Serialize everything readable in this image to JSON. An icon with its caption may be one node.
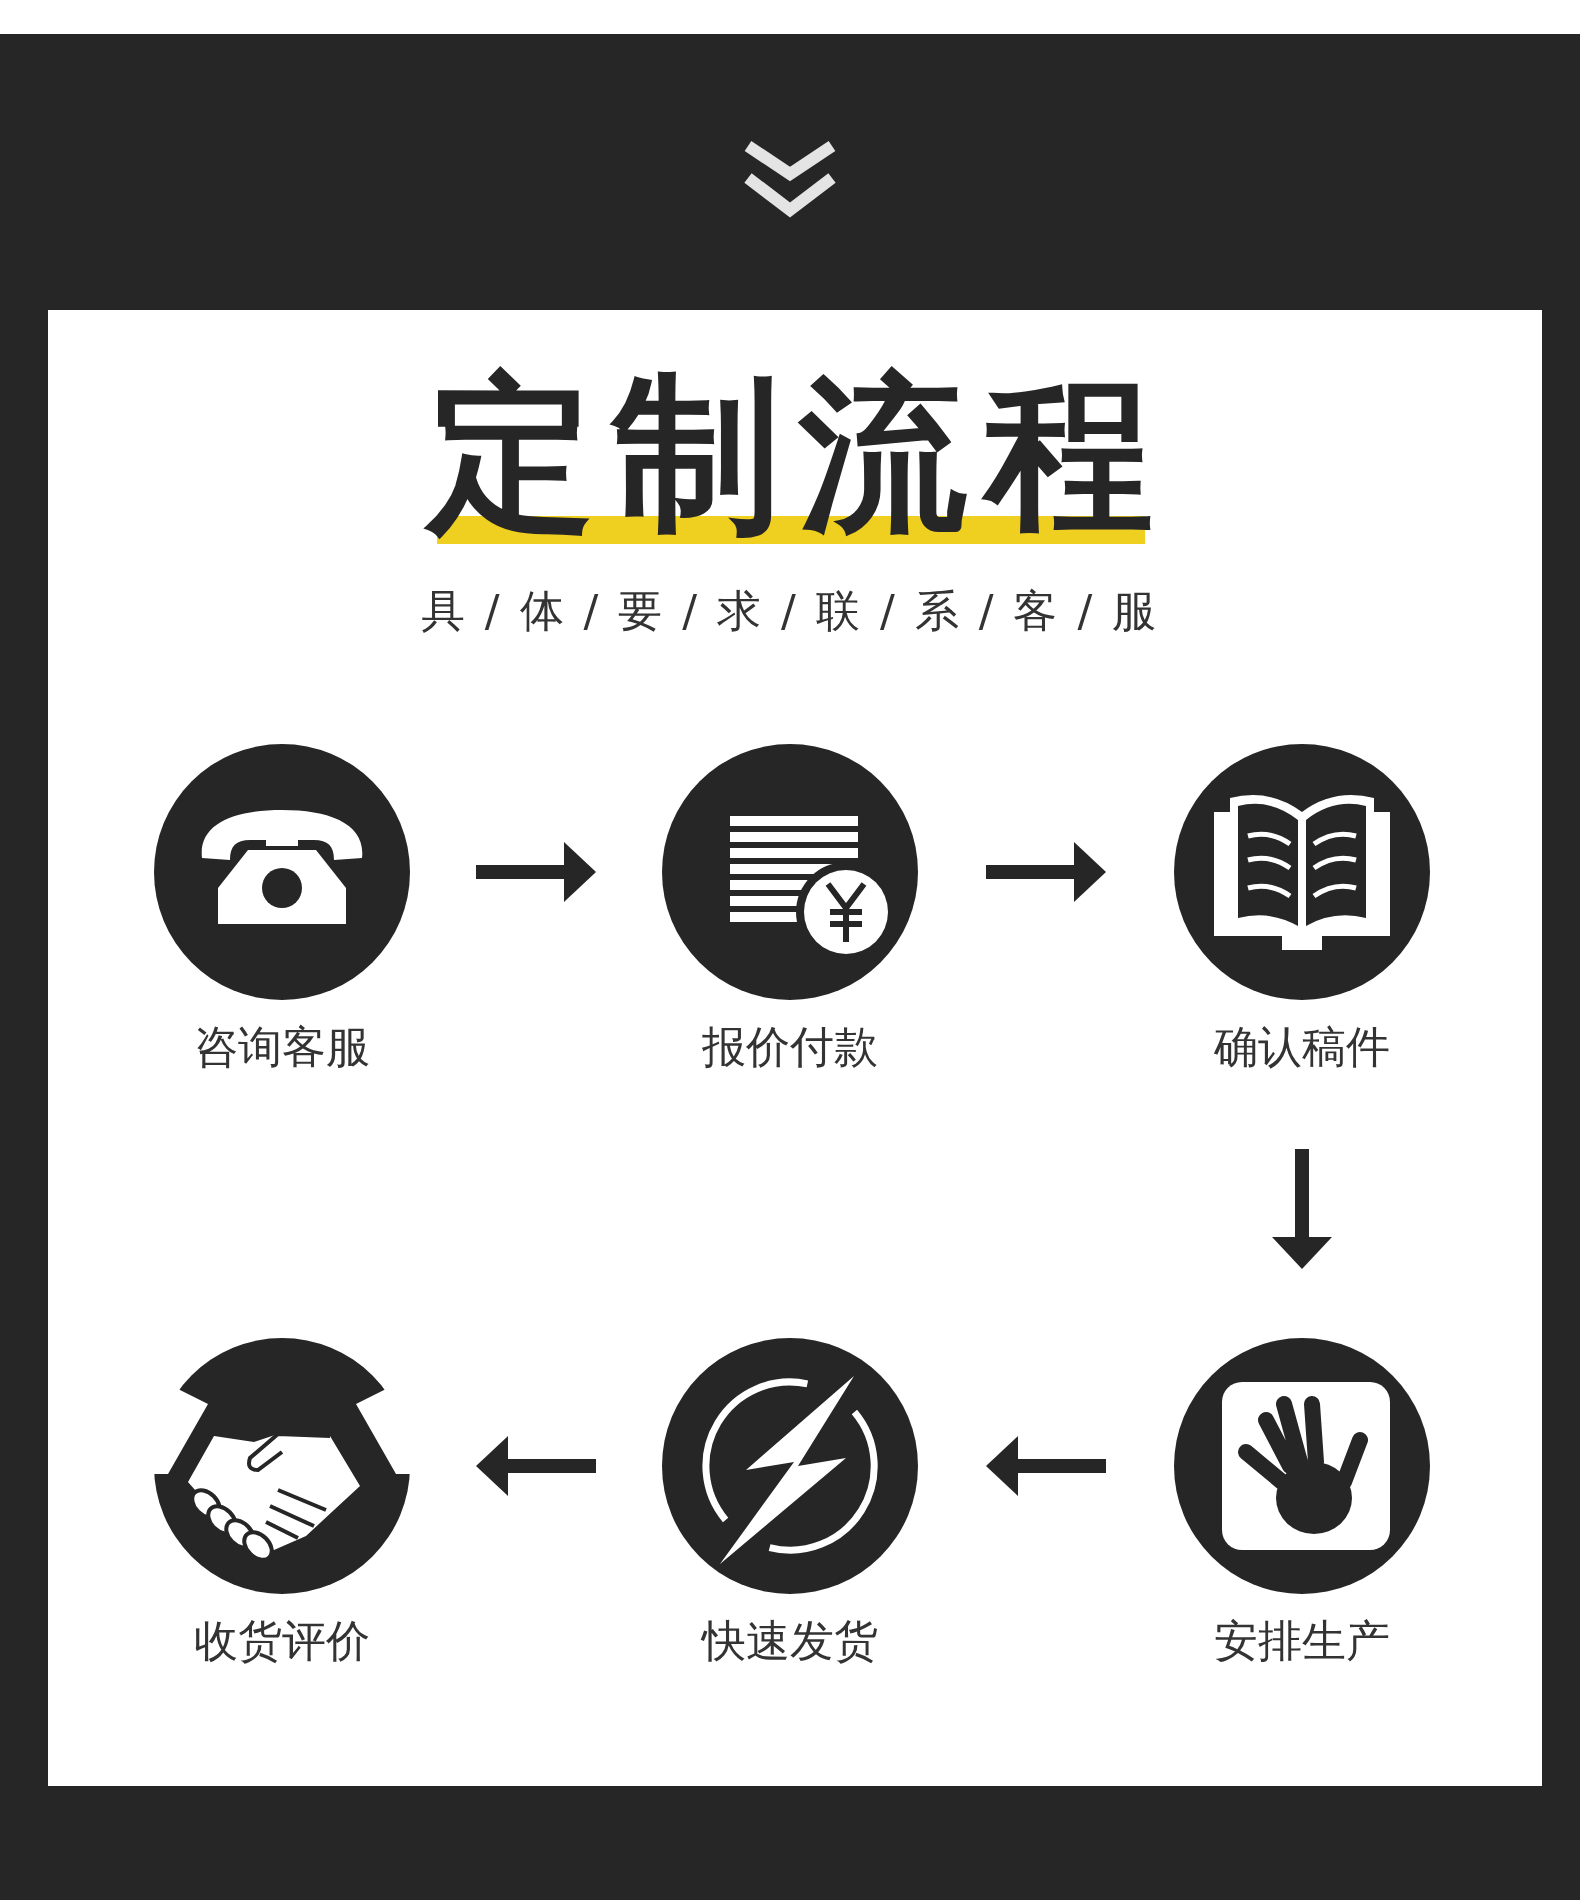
{
  "diagram": {
    "title": "定制流程",
    "nodes": [
      {
        "text": [
          "咨询客服"
        ]
      },
      {
        "text": [
          "报价付款"
        ]
      },
      {
        "text": [
          "确认稿件"
        ]
      },
      {
        "text": [
          "收货评价"
        ]
      },
      {
        "text": [
          "快速发货"
        ]
      },
      {
        "text": [
          "安排生产"
        ]
      }
    ],
    "edges": [
      {
        "from": 0,
        "to": 1,
        "arrow": "to"
      },
      {
        "from": 1,
        "to": 2,
        "arrow": "to"
      },
      {
        "from": 2,
        "to": 5,
        "arrow": "to"
      },
      {
        "from": 5,
        "to": 4,
        "arrow": "to"
      },
      {
        "from": 4,
        "to": 3,
        "arrow": "to"
      }
    ],
    "labels": [
      "具 / 体 / 要 / 求 / 联 / 系 / 客 / 服"
    ]
  }
}
